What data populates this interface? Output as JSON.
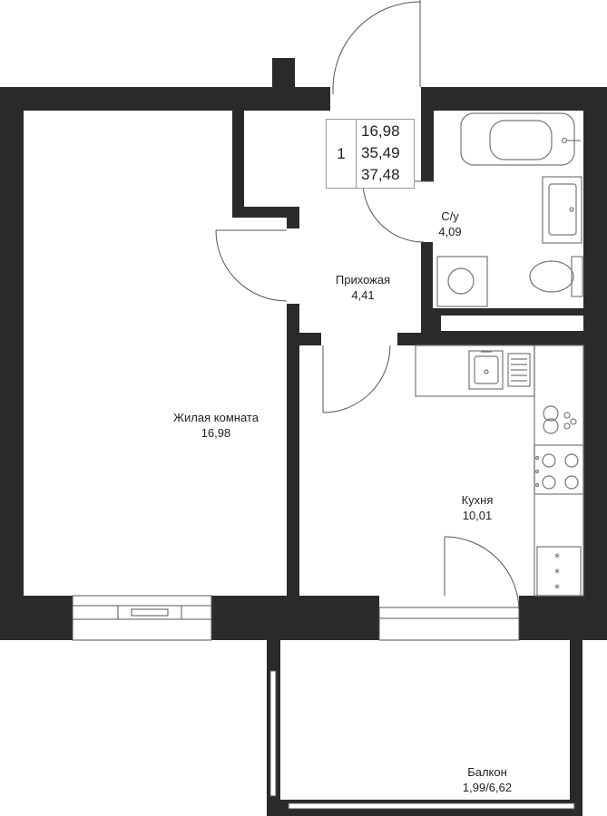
{
  "summary": {
    "rooms_count": "1",
    "areas": [
      "16,98",
      "35,49",
      "37,48"
    ]
  },
  "rooms": {
    "living": {
      "name": "Жилая комната",
      "area": "16,98"
    },
    "hall": {
      "name": "Прихожая",
      "area": "4,41"
    },
    "bath": {
      "name": "С/у",
      "area": "4,09"
    },
    "kitchen": {
      "name": "Кухня",
      "area": "10,01"
    },
    "balcony": {
      "name": "Балкон",
      "area": "1,99/6,62"
    }
  },
  "colors": {
    "wall": "#2a2a2a",
    "line": "#555555",
    "fixture": "#777777",
    "background": "#ffffff"
  }
}
